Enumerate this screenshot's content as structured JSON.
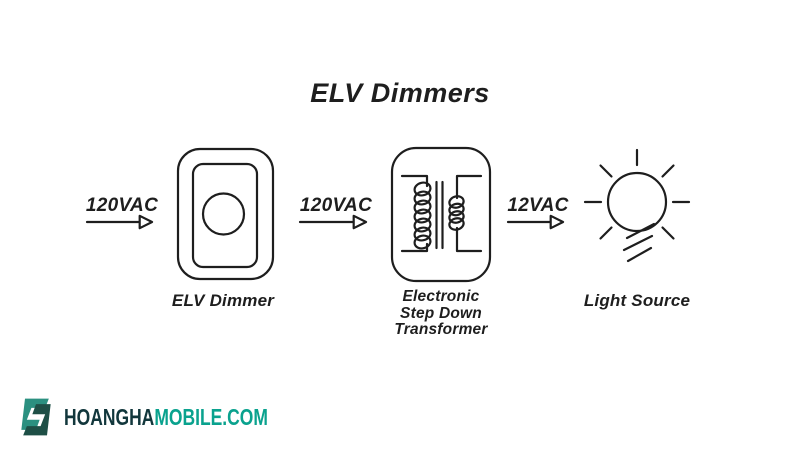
{
  "title": "ELV Dimmers",
  "flow": {
    "arrows": [
      {
        "label": "120VAC"
      },
      {
        "label": "120VAC"
      },
      {
        "label": "12VAC"
      }
    ],
    "nodes": [
      {
        "caption": "ELV Dimmer",
        "icon": "dimmer-icon"
      },
      {
        "caption_lines": [
          "Electronic",
          "Step Down",
          "Transformer"
        ],
        "icon": "transformer-icon"
      },
      {
        "caption": "Light Source",
        "icon": "light-bulb-icon"
      }
    ]
  },
  "footer": {
    "brand_primary": "HOANGHA",
    "brand_secondary": "MOBILE.COM"
  },
  "colors": {
    "line": "#1e1e1e",
    "brand_dark_text": "#12373C",
    "brand_teal_text": "#0AA28E",
    "logo_teal": "#2B9080",
    "logo_dark": "#1E4F46"
  }
}
